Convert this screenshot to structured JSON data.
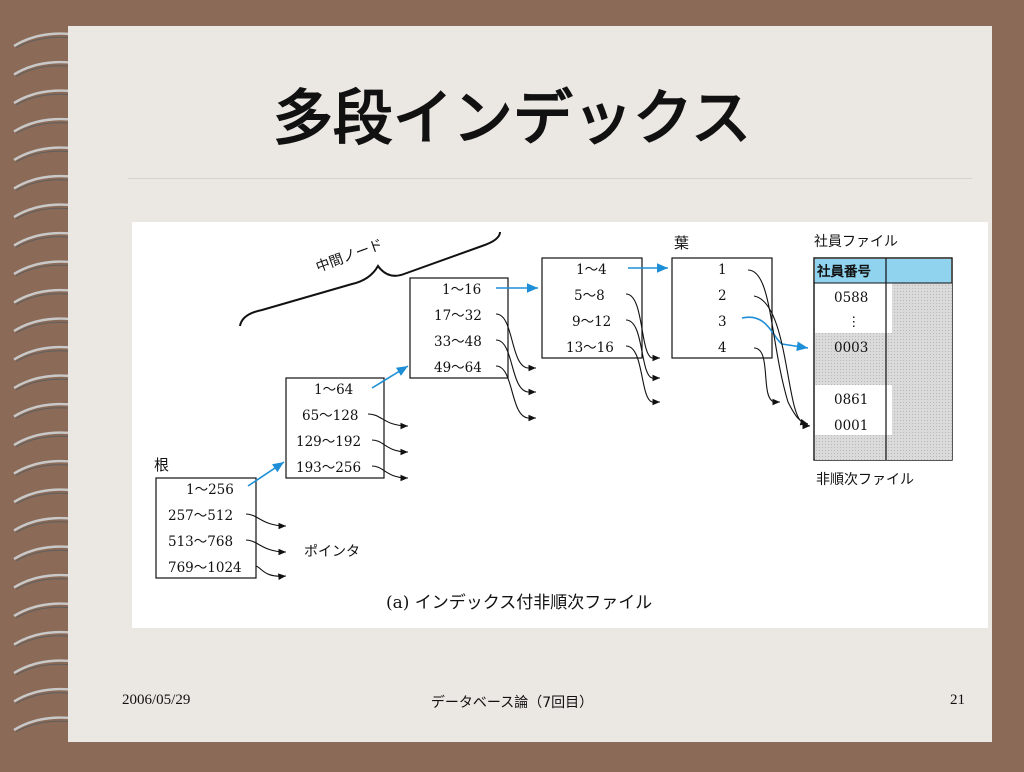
{
  "slide": {
    "title": "多段インデックス",
    "footer": {
      "date": "2006/05/29",
      "center": "データベース論（7回目）",
      "page": "21"
    }
  },
  "diagram": {
    "bracket_label": "中間ノード",
    "root_label": "根",
    "leaf_label": "葉",
    "root_node": [
      "1～256",
      "257～512",
      "513～768",
      "769～1024"
    ],
    "level2_node": [
      "1～64",
      "65～128",
      "129～192",
      "193～256"
    ],
    "level3_node": [
      "1～16",
      "17～32",
      "33～48",
      "49～64"
    ],
    "level4_node": [
      "1～4",
      "5～8",
      "9～12",
      "13～16"
    ],
    "leaf_node": [
      "1",
      "2",
      "3",
      "4"
    ],
    "pointer_label": "ポインタ",
    "file_title": "社員ファイル",
    "file_header": "社員番号",
    "file_rows": [
      "0588",
      "⋮",
      "0003",
      "",
      "0861",
      "0001",
      ""
    ],
    "file_caption": "非順次ファイル",
    "caption": "(a)  インデックス付非順次ファイル",
    "colors": {
      "pointer_arrow": "#1e8fd6",
      "file_header_bg": "#8fd3ef",
      "file_shade": "#cfcfcf"
    }
  }
}
